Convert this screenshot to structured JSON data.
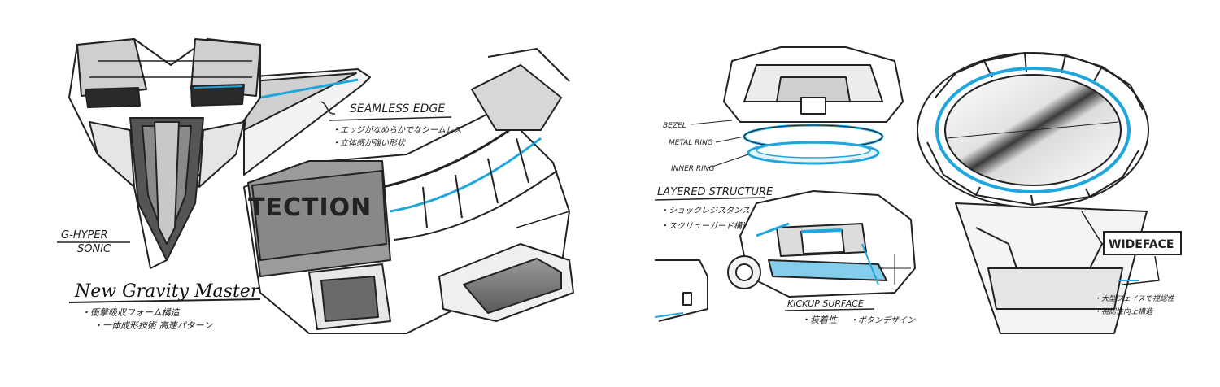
{
  "left_panel": {
    "title": "New Gravity Master",
    "title_notes": [
      "・衝撃吸収フォーム構造",
      "・一体成形技術 高速パターン"
    ],
    "g_hyper_label": [
      "G-HYPER",
      "SONIC"
    ],
    "seamless_edge": {
      "heading": "SEAMLESS EDGE",
      "notes": [
        "・エッジがなめらかでなシームレス",
        "・立体感が強い形状"
      ]
    },
    "protection_text": "TECTION"
  },
  "right_panel": {
    "ring_labels": [
      "BEZEL",
      "METAL RING",
      "INNER RING"
    ],
    "layered": {
      "heading": "LAYERED STRUCTURE",
      "notes": [
        "・ショックレジスタンス",
        "・スクリューガード構造"
      ]
    },
    "kickup": {
      "heading": "KICKUP SURFACE",
      "notes": [
        "・装着性",
        "・ボタンデザイン"
      ]
    },
    "wideface": {
      "label": "WIDEFACE",
      "notes": [
        "・大型フェイスで視認性",
        "・視認性向上構造"
      ]
    }
  },
  "colors": {
    "accent_blue": "#1fa6dd",
    "line": "#222222",
    "mid_gray": "#8a8a8a",
    "dark_gray": "#4a4a4a",
    "light_gray": "#d9d9d9"
  }
}
